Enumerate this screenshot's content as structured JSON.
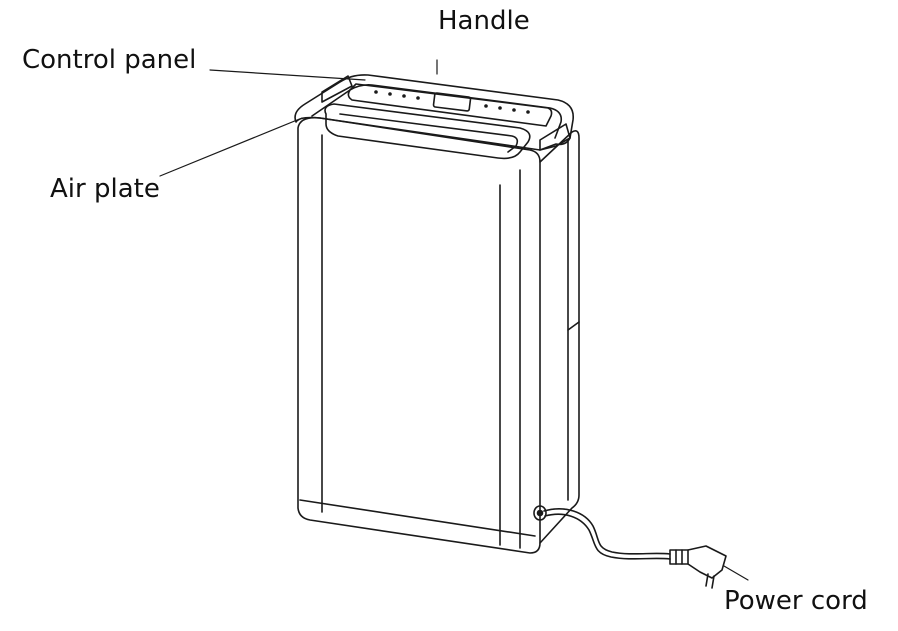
{
  "labels": {
    "handle": "Handle",
    "control_panel": "Control panel",
    "air_plate": "Air plate",
    "power_cord": "Power cord"
  },
  "colors": {
    "line": "#1a1a1a",
    "background": "#ffffff"
  }
}
